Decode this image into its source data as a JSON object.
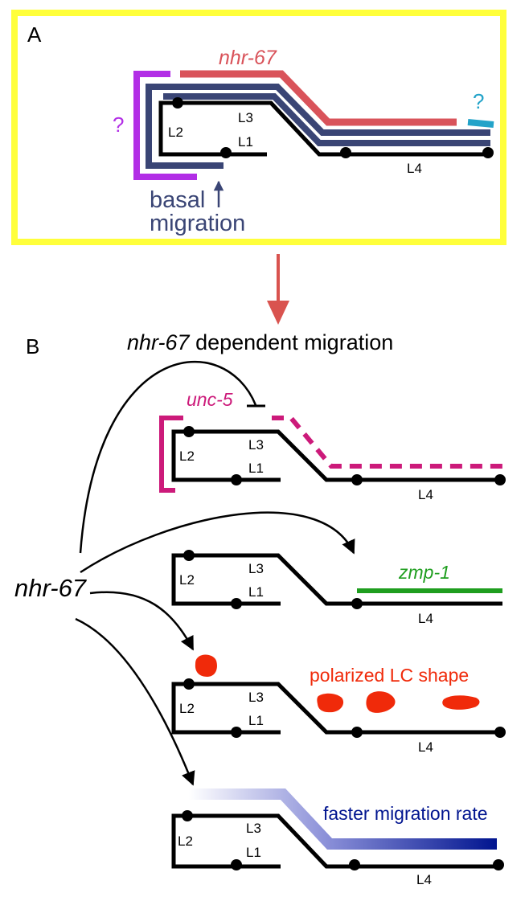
{
  "panelA": {
    "letter": "A",
    "gene_label": "nhr-67",
    "question_left": "?",
    "question_right": "?",
    "basal_label_1": "basal",
    "basal_label_2": "migration",
    "stage_labels": {
      "L1": "L1",
      "L2": "L2",
      "L3": "L3",
      "L4": "L4"
    }
  },
  "panelB": {
    "letter": "B",
    "title_italic": "nhr-67",
    "title_rest": " dependent migration",
    "source_gene": "nhr-67",
    "row1": {
      "gene": "unc-5",
      "stages": {
        "L1": "L1",
        "L2": "L2",
        "L3": "L3",
        "L4": "L4"
      }
    },
    "row2": {
      "gene": "zmp-1",
      "stages": {
        "L1": "L1",
        "L2": "L2",
        "L3": "L3",
        "L4": "L4"
      }
    },
    "row3": {
      "label": "polarized LC shape",
      "stages": {
        "L1": "L1",
        "L2": "L2",
        "L3": "L3",
        "L4": "L4"
      }
    },
    "row4": {
      "label": "faster migration rate",
      "stages": {
        "L1": "L1",
        "L2": "L2",
        "L3": "L3",
        "L4": "L4"
      }
    }
  },
  "colors": {
    "panel_border": "#ffff3b",
    "nhr67": "#d9535a",
    "purple": "#b22ee6",
    "navy": "#3a4575",
    "cyan": "#23a3c9",
    "unc5": "#cc1a7a",
    "zmp1": "#1f9e1f",
    "lc_shape": "#f02a0a",
    "rate_dark": "#00148f",
    "arrow_red": "#d9534f"
  }
}
